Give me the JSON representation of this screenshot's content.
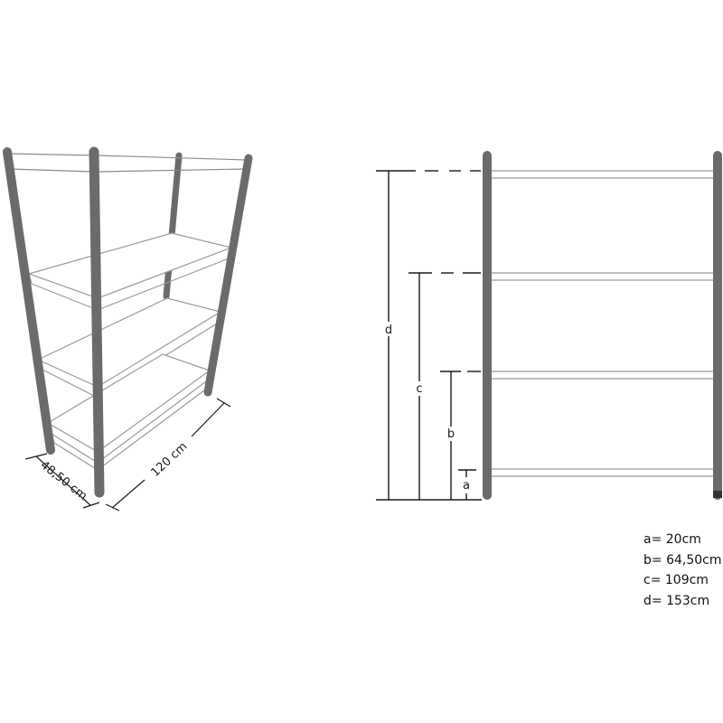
{
  "perspective": {
    "width_label": "120 cm",
    "depth_label": "48,50 cm"
  },
  "elevation": {
    "labels": {
      "a": "a",
      "b": "b",
      "c": "c",
      "d": "d"
    }
  },
  "legend": [
    "a= 20cm",
    "b= 64,50cm",
    "c= 109cm",
    "d= 153cm"
  ],
  "colors": {
    "post": "#6b6b6b",
    "line": "#1a1a1a",
    "shelf": "#9a9a9a"
  }
}
